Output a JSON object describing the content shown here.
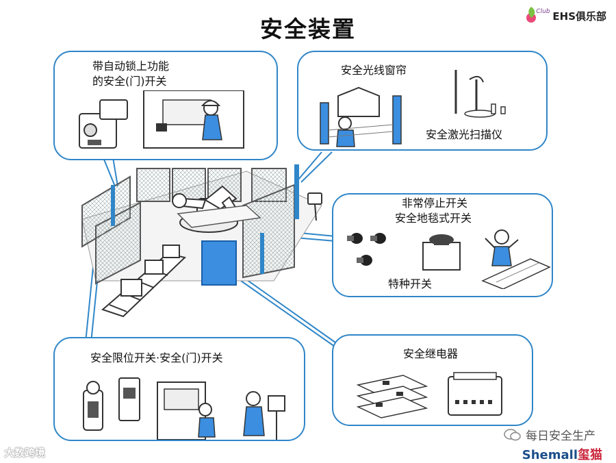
{
  "title": "安全装置",
  "brand": {
    "club": "Club",
    "name": "EHS俱乐部"
  },
  "callouts": {
    "door_lock": {
      "line1": "带自动锁上功能",
      "line2": "的安全(门)开关"
    },
    "light_curtain": {
      "label": "安全光线窗帘",
      "scanner": "安全激光扫描仪"
    },
    "emergency": {
      "line1": "非常停止开关",
      "line2": "安全地毯式开关",
      "special": "特种开关"
    },
    "limit_switch": {
      "label": "安全限位开关·安全(门)开关"
    },
    "relay": {
      "label": "安全继电器"
    }
  },
  "footer": {
    "left": "大数跨境",
    "wechat": "每日安全生产",
    "brand_en": "Shemall",
    "brand_cn": "玺猫"
  },
  "colors": {
    "accent": "#2f86c8",
    "machine_blue": "#3b8ee0",
    "fence": "#555555"
  }
}
